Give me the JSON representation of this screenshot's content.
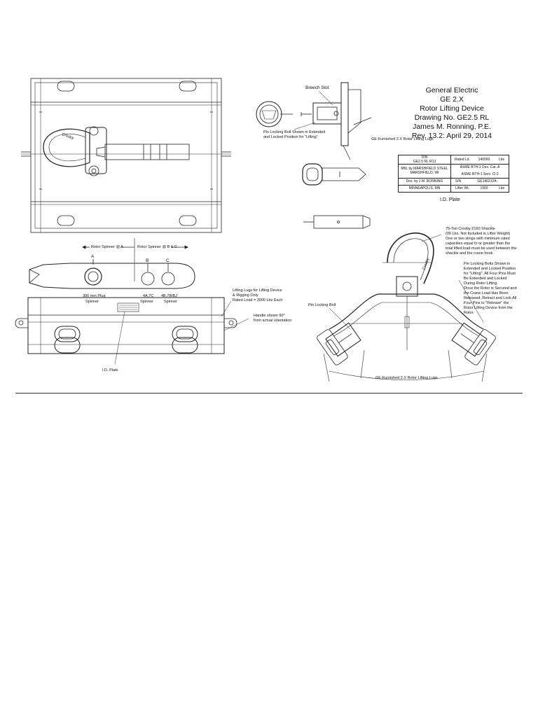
{
  "title_block": {
    "line1": "General Electric",
    "line2": "GE 2.X",
    "line3": "Rotor Lifting Device",
    "line4": "Drawing No. GE2.5 RL",
    "line5": "James M. Ronning, P.E.",
    "line6": "Rev. 13.2:  April 29, 2014"
  },
  "id_plate": {
    "caption": "I.D. Plate",
    "dn_label": "D/N",
    "dn_value": "GE2.5 RL R13",
    "rated_label": "Rated Ld.",
    "rated_value": "140000",
    "rated_unit": "Lbs",
    "asme1": "ASME BTH-1 Des. Cat. A",
    "mfd": "Mfd. by MARSHFIELD STEEL",
    "mfd_city": "MARSHFIELD, WI",
    "asme2": "ASME BTH-1 Serv. Cl 0",
    "sn_label": "S/N",
    "sn_value": "GE140212A",
    "des": "Des. by J.M. RONNING",
    "des_city": "MINNEAPOLIS, MN",
    "lifter_label": "Lifter Wt.",
    "lifter_value": "1900",
    "lifter_unit": "Lbs"
  },
  "labels": {
    "breech_slot": "Breech Slot",
    "pin_bolt_1": "Pin Locking Bolt Shown in Extended",
    "pin_bolt_2": "and Locked Position for \"Lifting\"",
    "ge_lugs_top": "GE-Furnished 2.X Rotor Lifting Lugs",
    "spinner_a": "Rotor Spinner @ A",
    "spinner_bc": "Rotor Spinner @ B & C",
    "mark_a": "A",
    "mark_b": "B",
    "mark_c": "C",
    "dim1a": "300 mm Plug",
    "dim1b": "Spinner",
    "dim2a": "4A,7C",
    "dim2b": "Spinner",
    "dim3a": "4B,7B/BJ",
    "dim3b": "Spinner",
    "lugs_1": "Lifting Lugs for Lifting Device",
    "lugs_2": "& Rigging Only",
    "lugs_3": "Rated Load = 3000 Lbs Each",
    "handle_1": "Handle shown 90°",
    "handle_2": "from actual orientation",
    "id_plate_lower": "I.D. Plate",
    "crosby_1": "75-Ton Crosby 2160 Shackle",
    "crosby_2": "(99 Lbs. Not Included in Lifter Weight)",
    "crosby_3": "One or two slings with minimum rated",
    "crosby_4": "capacities equal to or greater than the",
    "crosby_5": "total lifted load must be used between the",
    "crosby_6": "shackle and the crane hook.",
    "plb_1": "Pin Locking Bolts Shown in",
    "plb_2": "Extended and Locked Position",
    "plb_3": "for \"Lifting\".  All Four Pins Must",
    "plb_4": "Be Extended and Locked",
    "plb_5": "During Rotor Lifting.",
    "plb_6": "Once the Rotor is Secured and",
    "plb_7": "the Crane Load Has Been",
    "plb_8": "Released, Retract and Lock All",
    "plb_9": "Four Pins to \"Release\" the",
    "plb_10": "Rotor Lifting Device from the",
    "plb_11": "Rotor.",
    "pin_bolt_single": "Pin Locking Bolt",
    "ge_lugs_bottom": "GE-Furnished 2.X Rotor Lifting Lugs",
    "crosby_mark": "Crosby",
    "crosby_mark2": "Crosby"
  }
}
